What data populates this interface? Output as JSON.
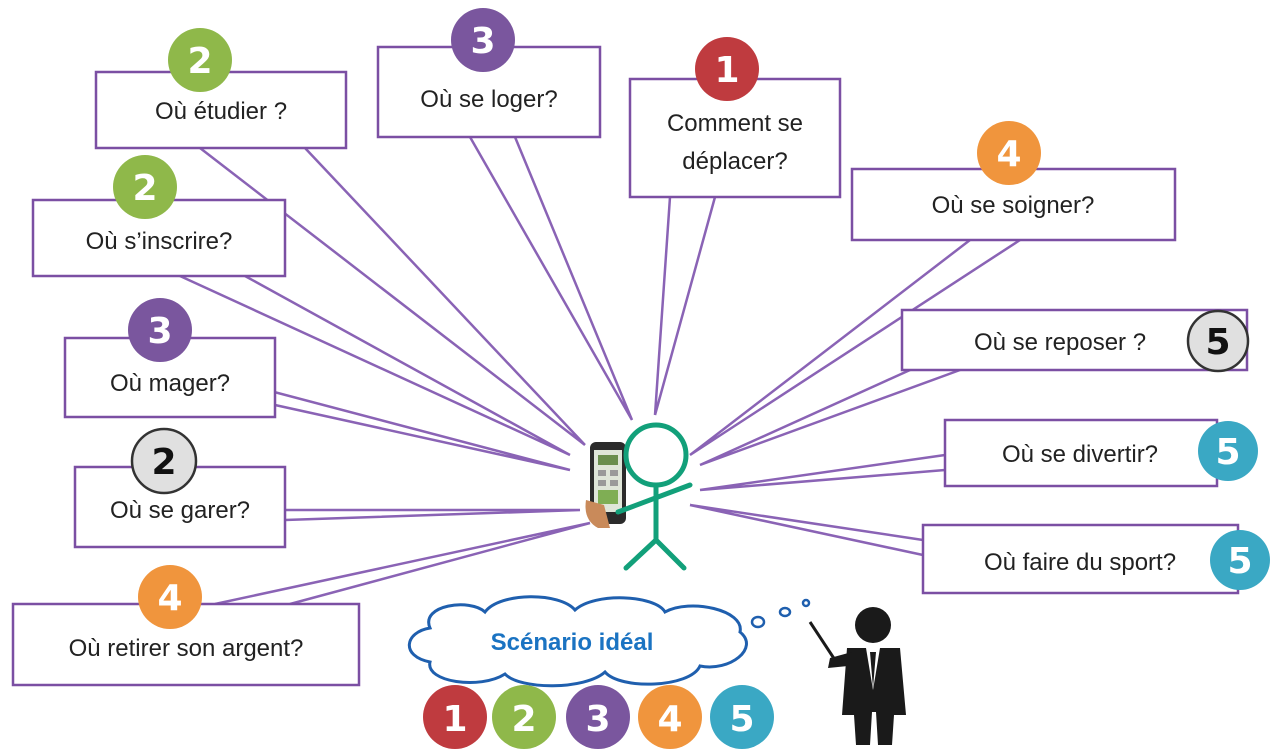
{
  "colors": {
    "1": "#bf3b3f",
    "2": "#8fb84a",
    "3": "#7a569e",
    "4": "#f0953d",
    "5": "#3aa8c4",
    "gray": "#e0e0e0",
    "stick": "#12a07a",
    "line": "#8a63b5",
    "cloud_text": "#1a73c2"
  },
  "questions": [
    {
      "id": "etudier",
      "lines": [
        "Où étudier ?"
      ],
      "badge": "2",
      "badge_color": "2"
    },
    {
      "id": "loger",
      "lines": [
        "Où  se loger?"
      ],
      "badge": "3",
      "badge_color": "3"
    },
    {
      "id": "deplacer",
      "lines": [
        "Comment se",
        "déplacer?"
      ],
      "badge": "1",
      "badge_color": "1"
    },
    {
      "id": "soigner",
      "lines": [
        "Où  se  soigner?"
      ],
      "badge": "4",
      "badge_color": "4"
    },
    {
      "id": "inscrire",
      "lines": [
        "Où s’inscrire?"
      ],
      "badge": "2",
      "badge_color": "2"
    },
    {
      "id": "manger",
      "lines": [
        "Où mager?"
      ],
      "badge": "3",
      "badge_color": "3"
    },
    {
      "id": "garer",
      "lines": [
        "Où se garer?"
      ],
      "badge": "2",
      "badge_color": "gray"
    },
    {
      "id": "argent",
      "lines": [
        "Où retirer son argent?"
      ],
      "badge": "4",
      "badge_color": "4"
    },
    {
      "id": "reposer",
      "lines": [
        "Où  se reposer ?"
      ],
      "badge": "5",
      "badge_color": "gray"
    },
    {
      "id": "divertir",
      "lines": [
        "Où  se divertir?"
      ],
      "badge": "5",
      "badge_color": "5"
    },
    {
      "id": "sport",
      "lines": [
        "Où  faire du sport?"
      ],
      "badge": "5",
      "badge_color": "5"
    }
  ],
  "scenario": {
    "label": "Scénario idéal",
    "sequence": [
      "1",
      "2",
      "3",
      "4",
      "5"
    ]
  },
  "icons": {
    "person": "stick-figure-icon",
    "phone": "smartphone-icon",
    "presenter": "presenter-icon"
  }
}
